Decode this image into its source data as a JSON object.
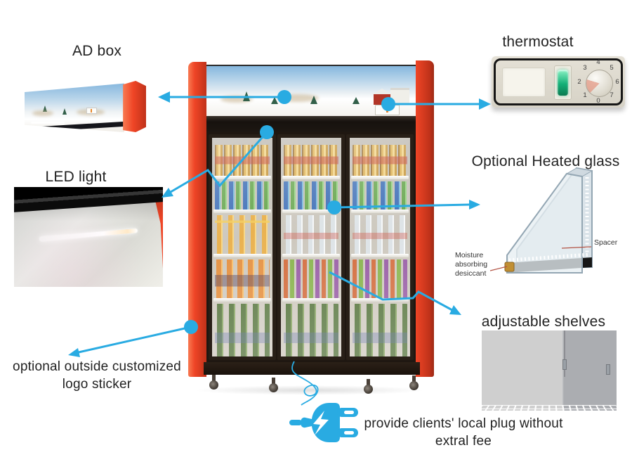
{
  "colors": {
    "accent": "#29abe2",
    "fridge-red": "#ef4526",
    "fridge-red-dark": "#c0321a",
    "text": "#222222",
    "thermo-green": "#14b077"
  },
  "labels": {
    "ad_box": "AD box",
    "thermostat": "thermostat",
    "led_light": "LED light",
    "heated_glass": "Optional Heated glass",
    "adjustable_shelves": "adjustable shelves",
    "logo_sticker_line1": "optional outside customized",
    "logo_sticker_line2": "logo sticker",
    "plug_line1": "provide clients' local plug without",
    "plug_line2": "extral fee"
  },
  "heated_glass_fig": {
    "moisture_line1": "Moisture",
    "moisture_line2": "absorbing",
    "moisture_line3": "desiccant",
    "spacer": "Spacer"
  },
  "thermostat_panel": {
    "dial_numbers": [
      "4",
      "5",
      "6",
      "7",
      "0",
      "1",
      "2",
      "3"
    ]
  }
}
